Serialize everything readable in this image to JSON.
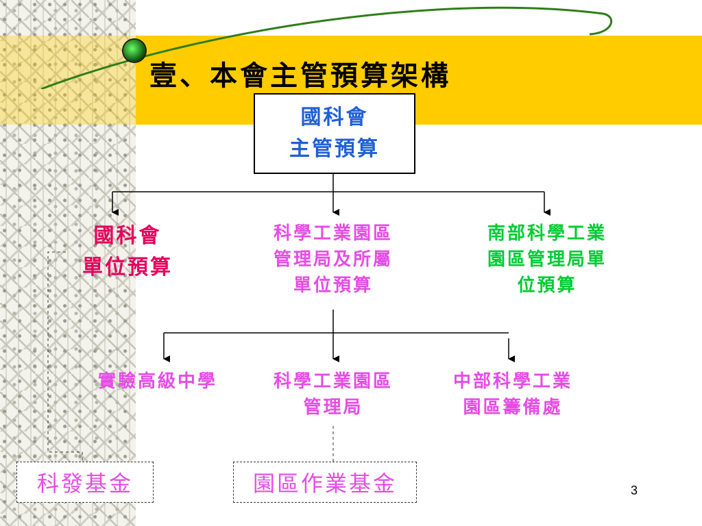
{
  "slide": {
    "title": "壹、本會主管預算架構",
    "page_number": "3"
  },
  "org": {
    "top": {
      "line1": "國科會",
      "line2": "主管預算"
    },
    "level2": [
      {
        "lines": [
          "國科會",
          "單位預算"
        ],
        "color": "#e6005c"
      },
      {
        "lines": [
          "科學工業園區",
          "管理局及所屬",
          "單位預算"
        ],
        "color": "#e64ce6"
      },
      {
        "lines": [
          "南部科學工業",
          "園區管理局單",
          "位預算"
        ],
        "color": "#00cc33"
      }
    ],
    "level3": [
      {
        "lines": [
          "實驗高級中學"
        ]
      },
      {
        "lines": [
          "科學工業園區",
          "管理局"
        ]
      },
      {
        "lines": [
          "中部科學工業",
          "園區籌備處"
        ]
      }
    ],
    "funds": {
      "science_fund": "科發基金",
      "park_fund": "園區作業基金"
    }
  },
  "colors": {
    "band": "#ffcc00",
    "top_text": "#1f5fd8",
    "magenta": "#e64ce6",
    "red": "#e6005c",
    "green": "#00cc33"
  }
}
